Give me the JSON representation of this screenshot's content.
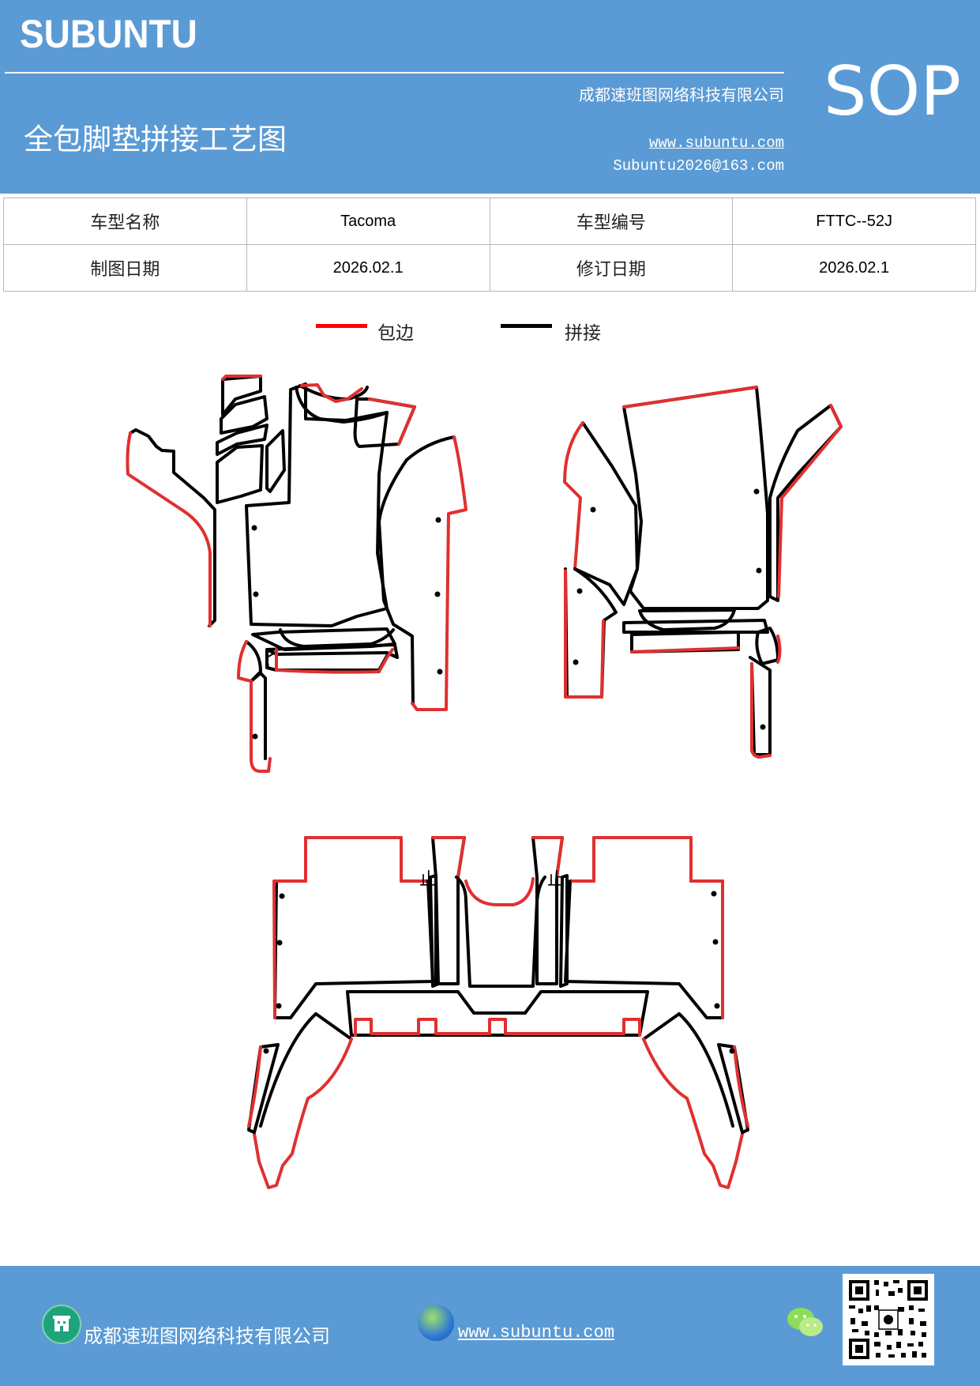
{
  "header": {
    "brand": "SUBUNTU",
    "company": "成都速班图网络科技有限公司",
    "badge": "SOP",
    "title": "全包脚垫拼接工艺图",
    "website": "www.subuntu.com",
    "email": "Subuntu2026@163.com"
  },
  "info_table": {
    "rows": [
      [
        "车型名称",
        "Tacoma",
        "车型编号",
        "FTTC--52J"
      ],
      [
        "制图日期",
        "2026.02.1",
        "修订日期",
        "2026.02.1"
      ]
    ]
  },
  "legend": {
    "items": [
      {
        "label": "包边",
        "color": "#ff0000"
      },
      {
        "label": "拼接",
        "color": "#000000"
      }
    ]
  },
  "diagram": {
    "mark_left": "止",
    "mark_right": "止"
  },
  "footer": {
    "company": "成都速班图网络科技有限公司",
    "website": "www.subuntu.com",
    "icons": [
      "building-icon",
      "globe-icon",
      "wechat-icon",
      "qr-code"
    ]
  }
}
